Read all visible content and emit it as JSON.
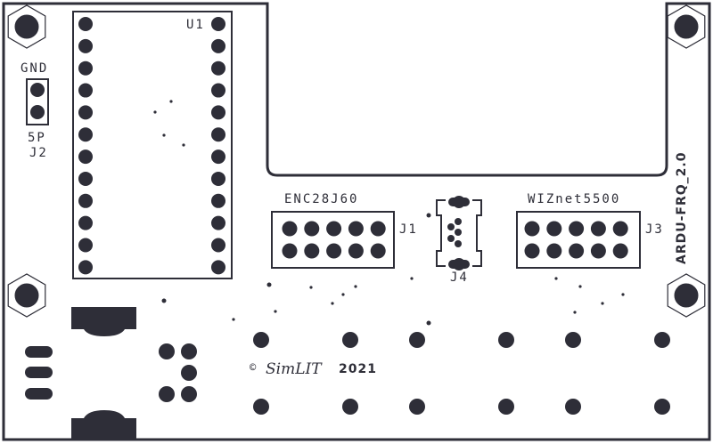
{
  "board": {
    "name": "ARDU-FRQ_2.0",
    "ink_color": "#2e2e38",
    "background": "#ffffff"
  },
  "components": {
    "u1": {
      "ref": "U1",
      "pins_per_side": 12
    },
    "j2": {
      "ref": "J2",
      "top_label": "GND",
      "bottom_label": "5P",
      "pins": 2
    },
    "j1": {
      "ref": "J1",
      "title": "ENC28J60",
      "pins": 10
    },
    "j3": {
      "ref": "J3",
      "title": "WIZnet5500",
      "pins": 10
    },
    "j4": {
      "ref": "J4"
    }
  },
  "copyright": {
    "symbol": "©",
    "author": "SimLIT",
    "year": "2021"
  }
}
